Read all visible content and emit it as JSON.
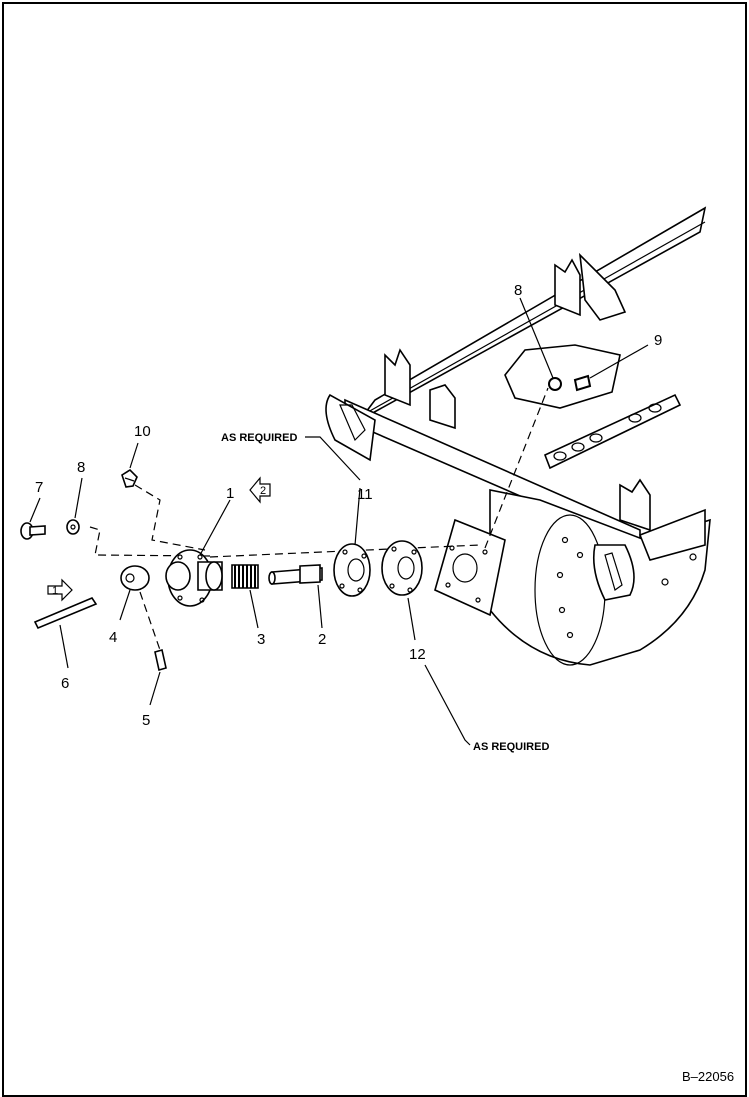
{
  "diagram": {
    "callouts": {
      "c1": "1",
      "c2": "2",
      "c3": "3",
      "c4": "4",
      "c5": "5",
      "c6": "6",
      "c7": "7",
      "c8_left": "8",
      "c8_right": "8",
      "c9": "9",
      "c10": "10",
      "c11": "11",
      "c12": "12"
    },
    "notes": {
      "as_required_top": "AS REQUIRED",
      "as_required_bottom": "AS REQUIRED"
    },
    "view_arrows": {
      "arrow1": "1",
      "arrow2": "2"
    },
    "figure_id": "B–22056"
  }
}
